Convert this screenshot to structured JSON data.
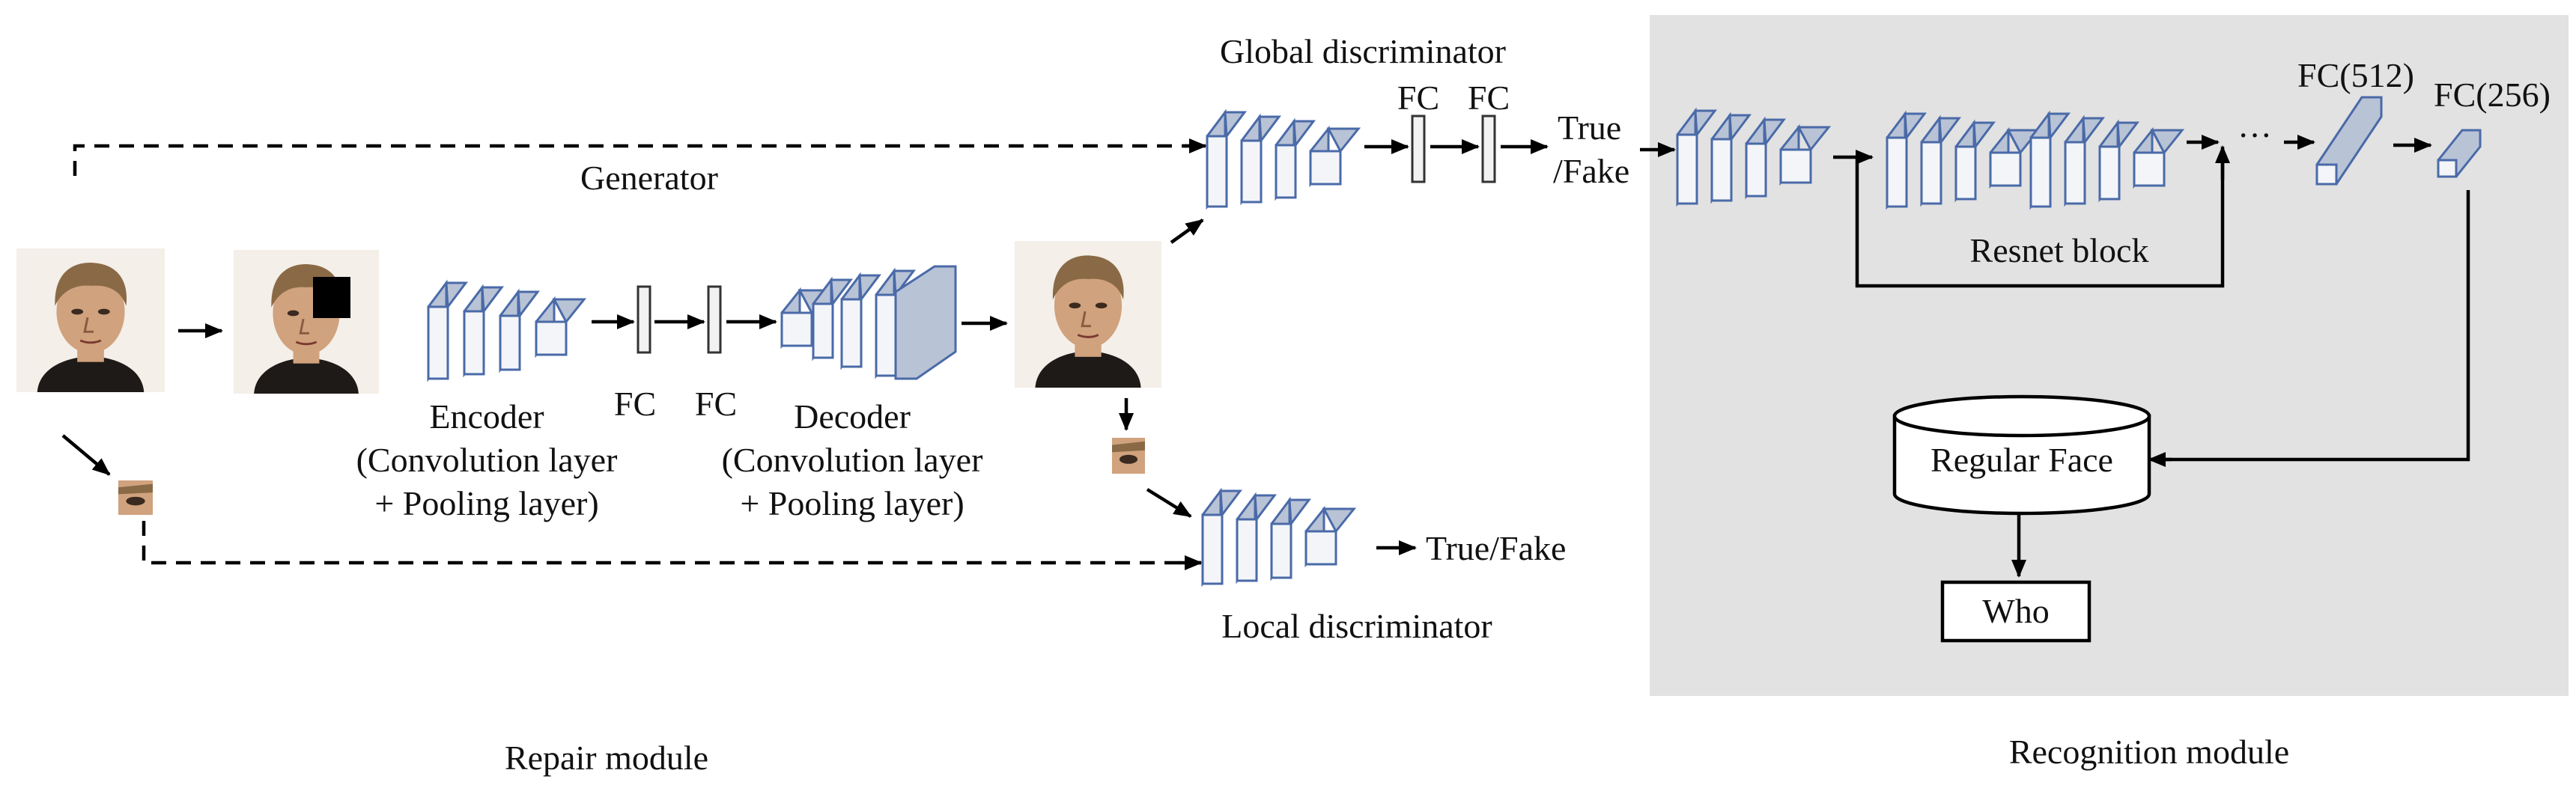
{
  "labels": {
    "generator": "Generator",
    "global_discriminator": "Global discriminator",
    "local_discriminator": "Local discriminator",
    "encoder": "Encoder",
    "encoder_desc_1": "(Convolution layer",
    "encoder_desc_2": "+ Pooling layer)",
    "decoder": "Decoder",
    "decoder_desc_1": "(Convolution layer",
    "decoder_desc_2": "+ Pooling layer)",
    "fc": "FC",
    "true_fake_line1": "True",
    "true_fake_line2": "/Fake",
    "true_fake_local": "True/Fake",
    "resnet_block": "Resnet block",
    "fc_512": "FC(512)",
    "fc_256": "FC(256)",
    "ellipsis": "···",
    "regular_face": "Regular Face",
    "who": "Who",
    "repair_module": "Repair module",
    "recognition_module": "Recognition module"
  },
  "colors": {
    "layer_side": "#b9c3d6",
    "layer_front": "#f3f5f9",
    "layer_edge": "#4a6aa8",
    "fc_box": "#f2f2f2",
    "panel": "#e2e2e2",
    "skin": "#d0a27d",
    "hair": "#8a6a46",
    "jacket": "#1e1a18"
  }
}
